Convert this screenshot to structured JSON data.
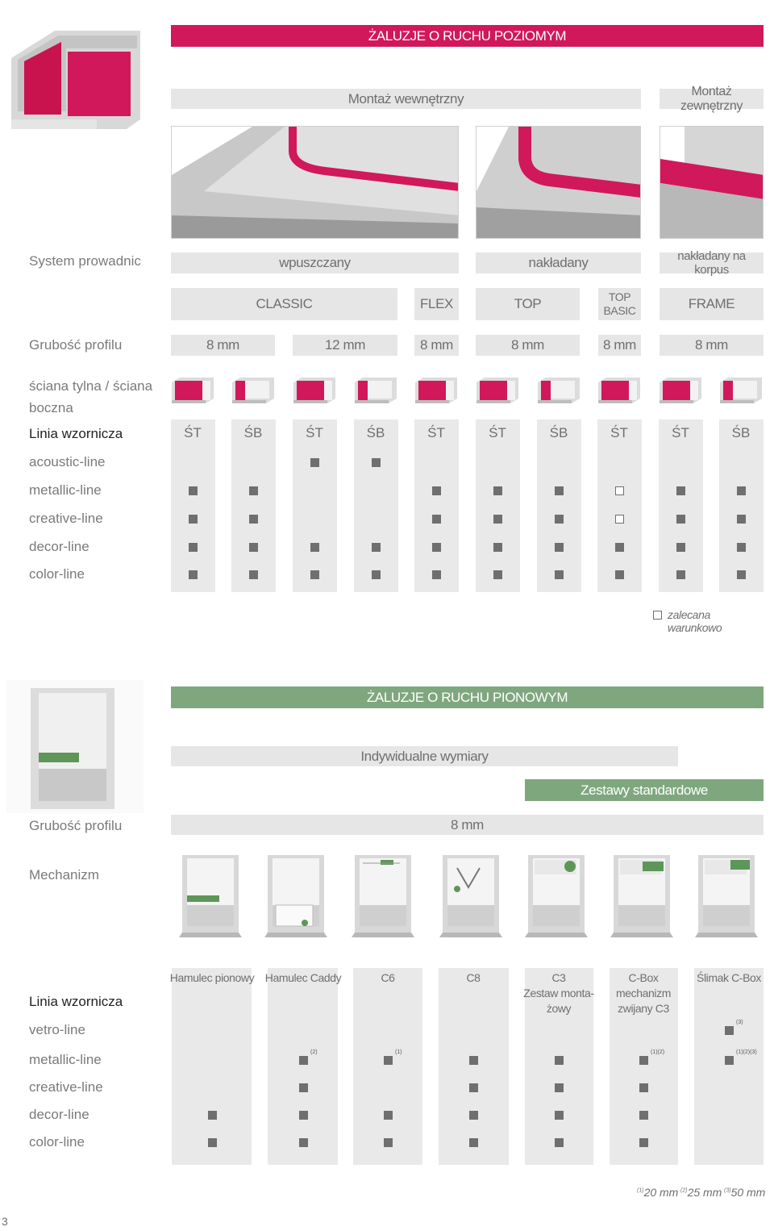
{
  "section1": {
    "title": "ŻALUZJE O RUCHU POZIOMYM",
    "mount_internal": "Montaż wewnętrzny",
    "mount_external": "Montaż zewnętrzny",
    "system_label": "System prowadnic",
    "system_values": [
      "wpuszczany",
      "nakładany",
      "nakładany na korpus"
    ],
    "variants": [
      "CLASSIC",
      "FLEX",
      "TOP",
      "TOP\nBASIC",
      "FRAME"
    ],
    "thickness_label": "Grubość profilu",
    "thickness_values": [
      "8 mm",
      "12 mm",
      "8 mm",
      "8 mm",
      "8 mm",
      "8 mm"
    ],
    "wall_label": "ściana tylna / ściana boczna",
    "line_label": "Linia wzornicza",
    "wall_codes": [
      "ŚT",
      "ŚB",
      "ŚT",
      "ŚB",
      "ŚT",
      "ŚT",
      "ŚB",
      "ŚT",
      "ŚT",
      "ŚB"
    ],
    "rows": [
      {
        "name": "acoustic-line",
        "marks": [
          "",
          "",
          "f",
          "f",
          "",
          "",
          "",
          "",
          "",
          ""
        ]
      },
      {
        "name": "metallic-line",
        "marks": [
          "f",
          "f",
          "",
          "",
          "f",
          "f",
          "f",
          "o",
          "f",
          "f"
        ]
      },
      {
        "name": "creative-line",
        "marks": [
          "f",
          "f",
          "",
          "",
          "f",
          "f",
          "f",
          "o",
          "f",
          "f"
        ]
      },
      {
        "name": "decor-line",
        "marks": [
          "f",
          "f",
          "f",
          "f",
          "f",
          "f",
          "f",
          "f",
          "f",
          "f"
        ]
      },
      {
        "name": "color-line",
        "marks": [
          "f",
          "f",
          "f",
          "f",
          "f",
          "f",
          "f",
          "f",
          "f",
          "f"
        ]
      }
    ],
    "legend": "zalecana warunkowo"
  },
  "section2": {
    "title": "ŻALUZJE O RUCHU PIONOWYM",
    "individual": "Indywidualne wymiary",
    "standard": "Zestawy standardowe",
    "thickness_label": "Grubość profilu",
    "thickness_value": "8 mm",
    "mechanism_label": "Mechanizm",
    "line_label": "Linia wzornicza",
    "columns": [
      "Hamulec pionowy",
      "Hamulec Caddy",
      "C6",
      "C8",
      "C3\nZestaw monta-\nżowy",
      "C-Box\nmechanizm\nzwijany C3",
      "Ślimak C-Box"
    ],
    "rows": [
      {
        "name": "vetro-line",
        "marks": [
          "",
          "",
          "",
          "",
          "",
          "",
          "f"
        ],
        "sups": [
          "",
          "",
          "",
          "",
          "",
          "",
          "(3)"
        ]
      },
      {
        "name": "metallic-line",
        "marks": [
          "",
          "f",
          "f",
          "f",
          "f",
          "f",
          "f"
        ],
        "sups": [
          "",
          "(2)",
          "(1)",
          "",
          "",
          "(1)(2)",
          "(1)(2)(3)"
        ]
      },
      {
        "name": "creative-line",
        "marks": [
          "",
          "f",
          "",
          "f",
          "f",
          "f",
          ""
        ],
        "sups": [
          "",
          "",
          "",
          "",
          "",
          "",
          ""
        ]
      },
      {
        "name": "decor-line",
        "marks": [
          "f",
          "f",
          "f",
          "f",
          "f",
          "f",
          ""
        ],
        "sups": [
          "",
          "",
          "",
          "",
          "",
          "",
          ""
        ]
      },
      {
        "name": "color-line",
        "marks": [
          "f",
          "f",
          "f",
          "f",
          "f",
          "f",
          ""
        ],
        "sups": [
          "",
          "",
          "",
          "",
          "",
          "",
          ""
        ]
      }
    ],
    "footnotes": [
      {
        "sup": "(1)",
        "text": "20 mm"
      },
      {
        "sup": "(2)",
        "text": "25 mm"
      },
      {
        "sup": "(3)",
        "text": "50 mm"
      }
    ]
  },
  "page_number": "3",
  "colors": {
    "accent_red": "#d1185a",
    "accent_green": "#7fa77e",
    "panel_gray": "#e6e6e6"
  },
  "icons": [
    "horizontal-cabinet-icon",
    "vertical-cabinet-icon",
    "mechanism-cabinet-icon"
  ]
}
